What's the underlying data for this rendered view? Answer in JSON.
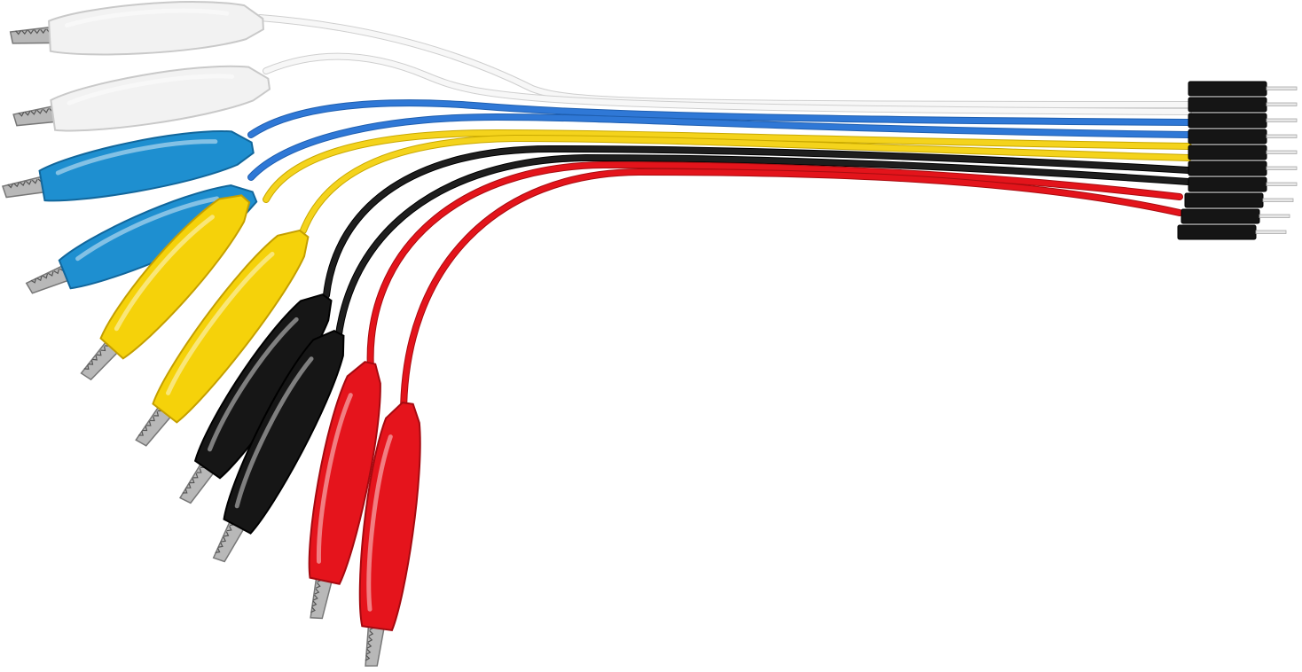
{
  "scene": {
    "background": "#ffffff",
    "pin_metal": "#e6e6e6",
    "jaw_metal": "#b8b8b8",
    "header_body": "#151515",
    "wires": [
      {
        "name": "white",
        "color": "#f7f7f7",
        "stroke": "#cfcfcf",
        "sleeve": "#f2f2f2",
        "sleeve_edge": "#c9c9c9"
      },
      {
        "name": "white",
        "color": "#f7f7f7",
        "stroke": "#cfcfcf",
        "sleeve": "#f2f2f2",
        "sleeve_edge": "#c9c9c9"
      },
      {
        "name": "blue",
        "color": "#2f78d6",
        "stroke": "#1f5fb0",
        "sleeve": "#1e8fd0",
        "sleeve_edge": "#12679c"
      },
      {
        "name": "blue",
        "color": "#2f78d6",
        "stroke": "#1f5fb0",
        "sleeve": "#1e8fd0",
        "sleeve_edge": "#12679c"
      },
      {
        "name": "yellow",
        "color": "#f4d31c",
        "stroke": "#c9a900",
        "sleeve": "#f5d20a",
        "sleeve_edge": "#c49f00"
      },
      {
        "name": "yellow",
        "color": "#f4d31c",
        "stroke": "#c9a900",
        "sleeve": "#f5d20a",
        "sleeve_edge": "#c49f00"
      },
      {
        "name": "black",
        "color": "#1e1e1e",
        "stroke": "#000000",
        "sleeve": "#161616",
        "sleeve_edge": "#000000"
      },
      {
        "name": "black",
        "color": "#1e1e1e",
        "stroke": "#000000",
        "sleeve": "#161616",
        "sleeve_edge": "#000000"
      },
      {
        "name": "red",
        "color": "#e3141b",
        "stroke": "#a90c10",
        "sleeve": "#e5141c",
        "sleeve_edge": "#a50a10"
      },
      {
        "name": "red",
        "color": "#e3141b",
        "stroke": "#a90c10",
        "sleeve": "#e5141c",
        "sleeve_edge": "#a50a10"
      }
    ]
  }
}
